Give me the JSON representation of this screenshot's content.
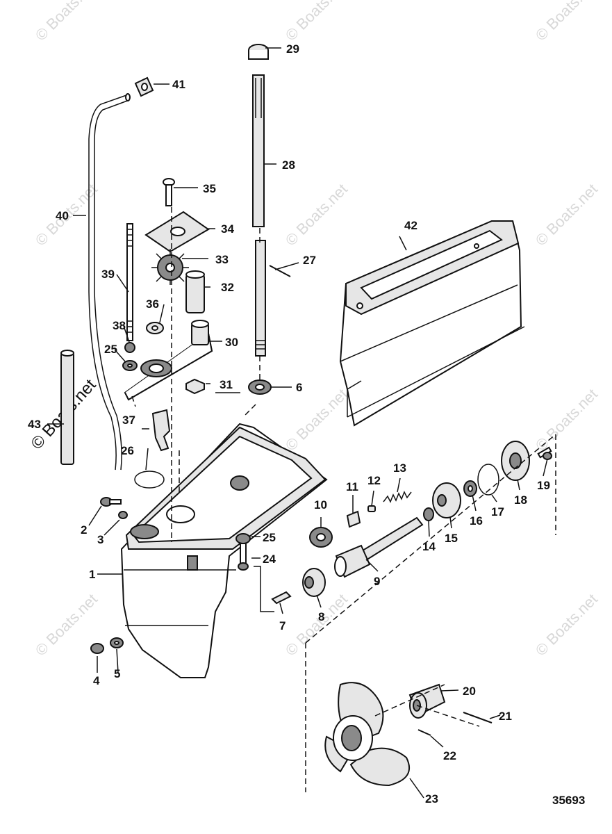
{
  "diagram": {
    "figure_number": "35693",
    "watermark": "© Boats.net",
    "callouts": [
      "1",
      "2",
      "3",
      "4",
      "5",
      "6",
      "7",
      "8",
      "9",
      "10",
      "11",
      "12",
      "13",
      "14",
      "15",
      "16",
      "17",
      "18",
      "19",
      "20",
      "21",
      "22",
      "23",
      "24",
      "25",
      "25",
      "26",
      "27",
      "28",
      "29",
      "30",
      "31",
      "32",
      "33",
      "34",
      "35",
      "36",
      "37",
      "38",
      "39",
      "40",
      "41",
      "42",
      "43"
    ]
  }
}
